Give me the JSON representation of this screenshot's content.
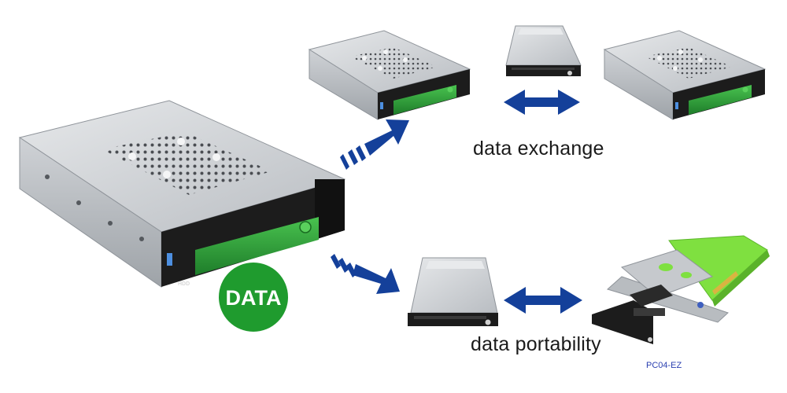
{
  "labels": {
    "data_exchange": "data exchange",
    "data_portability": "data portability",
    "badge": "DATA",
    "hdd_tag": "HDD",
    "model": "PC04-EZ"
  },
  "colors": {
    "arrow_blue": "#14409a",
    "badge_green": "#1f9b2e",
    "tray_green": "#2f9e3a",
    "frame_black": "#1c1c1c",
    "metal": "#c9ccd0",
    "pcb_green": "#7fe040"
  },
  "icons": [
    "hdd-enclosure",
    "ssd-tray",
    "pcie-card",
    "arrow",
    "double-arrow"
  ]
}
